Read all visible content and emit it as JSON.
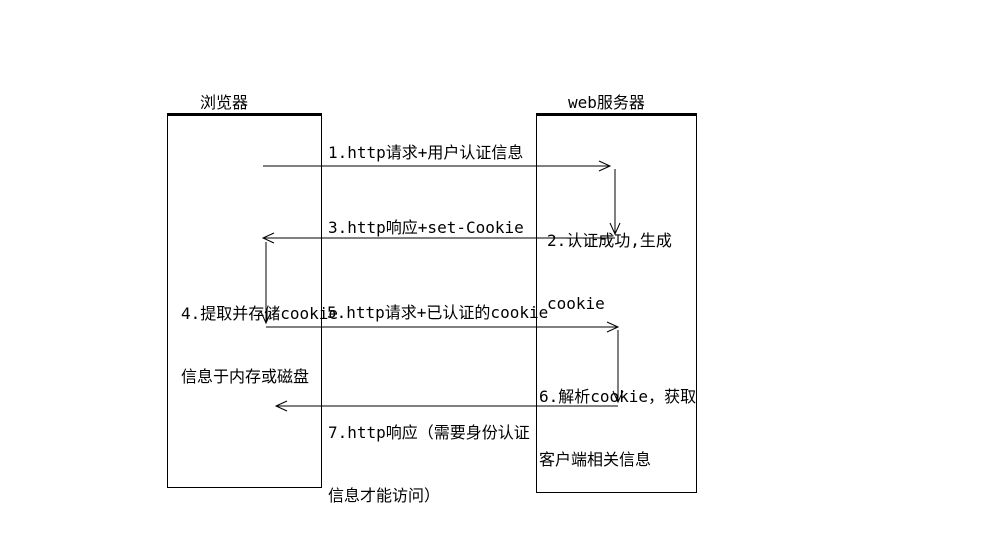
{
  "diagram": {
    "type": "sequence-diagram",
    "colors": {
      "background": "#ffffff",
      "line": "#000000",
      "text": "#000000"
    },
    "actors": {
      "browser": {
        "label": "浏览器"
      },
      "server": {
        "label": "web服务器"
      }
    },
    "messages": {
      "m1": {
        "text": "1.http请求+用户认证信息",
        "from": "browser",
        "to": "server"
      },
      "m2": {
        "line1": "2.认证成功,生成",
        "line2": "cookie",
        "actor": "server"
      },
      "m3": {
        "text": "3.http响应+set-Cookie",
        "from": "server",
        "to": "browser"
      },
      "m4": {
        "line1": "4.提取并存储cookie",
        "line2": "信息于内存或磁盘",
        "actor": "browser"
      },
      "m5": {
        "text": "5.http请求+已认证的cookie",
        "from": "browser",
        "to": "server"
      },
      "m6": {
        "line1": "6.解析cookie，获取",
        "line2": "客户端相关信息",
        "actor": "server"
      },
      "m7": {
        "line1": "7.http响应（需要身份认证",
        "line2": "信息才能访问）",
        "from": "server",
        "to": "browser"
      }
    }
  }
}
